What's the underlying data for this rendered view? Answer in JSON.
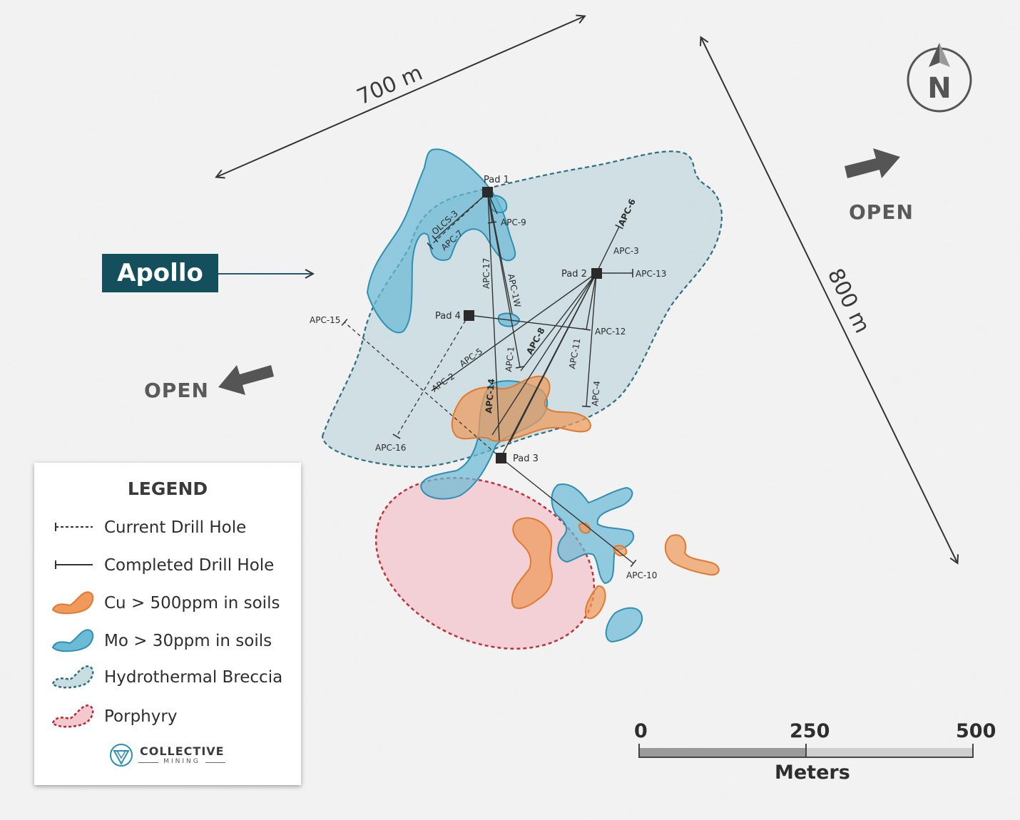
{
  "title_label": "Apollo",
  "dimensions": {
    "width_label": "700 m",
    "length_label": "800 m"
  },
  "open_labels": {
    "east": "OPEN",
    "west": "OPEN"
  },
  "north_arrow": {
    "label": "N",
    "icon": "north-arrow-icon"
  },
  "pads": {
    "pad1": "Pad 1",
    "pad2": "Pad 2",
    "pad3": "Pad 3",
    "pad4": "Pad 4"
  },
  "drill_holes": {
    "olcs3": "OLCS-3",
    "apc1": "APC-1",
    "apc1w": "APC-1W",
    "apc2": "APC-2",
    "apc3": "APC-3",
    "apc4": "APC-4",
    "apc5": "APC-5",
    "apc6": "APC-6",
    "apc7": "APC-7",
    "apc8": "APC-8",
    "apc9": "APC-9",
    "apc10": "APC-10",
    "apc11": "APC-11",
    "apc12": "APC-12",
    "apc13": "APC-13",
    "apc14": "APC-14",
    "apc15": "APC-15",
    "apc16": "APC-16",
    "apc17": "APC-17"
  },
  "legend": {
    "title": "LEGEND",
    "items": [
      {
        "label": "Current Drill Hole",
        "symbol": "dashed-line"
      },
      {
        "label": "Completed Drill Hole",
        "symbol": "solid-line"
      },
      {
        "label": "Cu > 500ppm in soils",
        "symbol": "orange-blob",
        "color": "#ef9a5a"
      },
      {
        "label": "Mo > 30ppm in soils",
        "symbol": "blue-blob",
        "color": "#6bbad6"
      },
      {
        "label": "Hydrothermal Breccia",
        "symbol": "teal-dashed-blob",
        "color": "#2e6f80"
      },
      {
        "label": "Porphyry",
        "symbol": "red-dashed-blob",
        "color": "#b8282f"
      }
    ],
    "brand": {
      "name": "COLLECTIVE",
      "sub": "MINING"
    }
  },
  "scale_bar": {
    "ticks": [
      "0",
      "250",
      "500"
    ],
    "unit": "Meters"
  },
  "colors": {
    "cu": "#ef9a5a",
    "mo": "#6bbad6",
    "breccia": "#2e6f80",
    "porphyry": "#c0313a",
    "apollo_box": "#134f5c"
  }
}
